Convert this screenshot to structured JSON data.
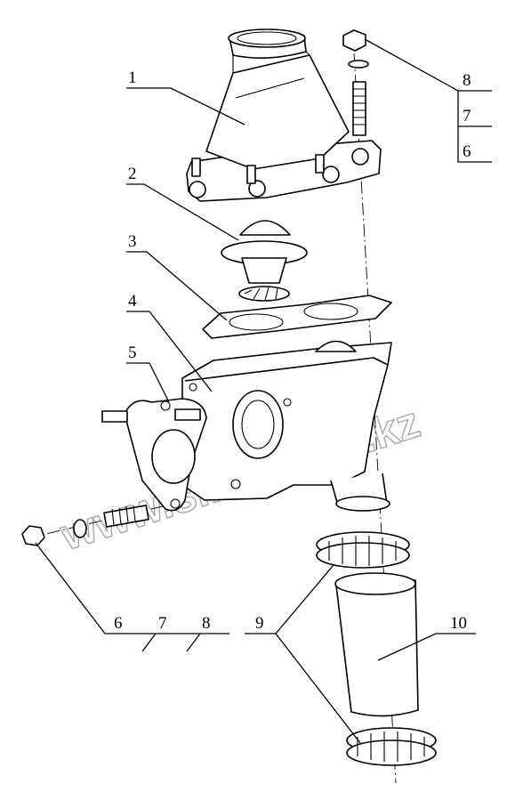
{
  "watermark": "www.sinotruck.kz",
  "callouts": {
    "c1": "1",
    "c2": "2",
    "c3": "3",
    "c4": "4",
    "c5": "5",
    "c6_left": "6",
    "c7_left": "7",
    "c8_left": "8",
    "c8_right": "8",
    "c7_right": "7",
    "c6_right": "6",
    "c9": "9",
    "c10": "10"
  }
}
